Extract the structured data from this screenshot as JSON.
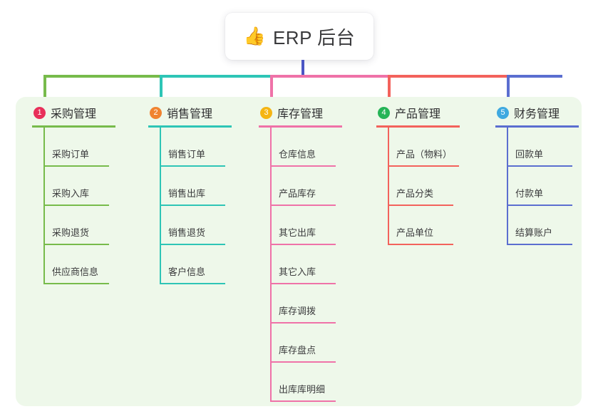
{
  "root": {
    "icon": "thumbs-up-icon",
    "icon_glyph": "👍",
    "title": "ERP 后台"
  },
  "connector": {
    "stem_color": "#4b56c4"
  },
  "panel": {
    "background": "#eef8ea"
  },
  "columns": [
    {
      "index": "1",
      "badge_color": "#e8305a",
      "line_color": "#77bb4b",
      "title": "采购管理",
      "items": [
        "采购订单",
        "采购入库",
        "采购退货",
        "供应商信息"
      ]
    },
    {
      "index": "2",
      "badge_color": "#f08330",
      "line_color": "#2ec5b6",
      "title": "销售管理",
      "items": [
        "销售订单",
        "销售出库",
        "销售退货",
        "客户信息"
      ]
    },
    {
      "index": "3",
      "badge_color": "#f5b513",
      "line_color": "#ef72a8",
      "title": "库存管理",
      "items": [
        "仓库信息",
        "产品库存",
        "其它出库",
        "其它入库",
        "库存调拨",
        "库存盘点",
        "出库库明细"
      ]
    },
    {
      "index": "4",
      "badge_color": "#25b457",
      "line_color": "#f3625c",
      "title": "产品管理",
      "items": [
        "产品（物料）",
        "产品分类",
        "产品单位"
      ]
    },
    {
      "index": "5",
      "badge_color": "#3fa9e0",
      "line_color": "#5b6ed0",
      "title": "财务管理",
      "items": [
        "回款单",
        "付款单",
        "结算账户"
      ]
    }
  ]
}
